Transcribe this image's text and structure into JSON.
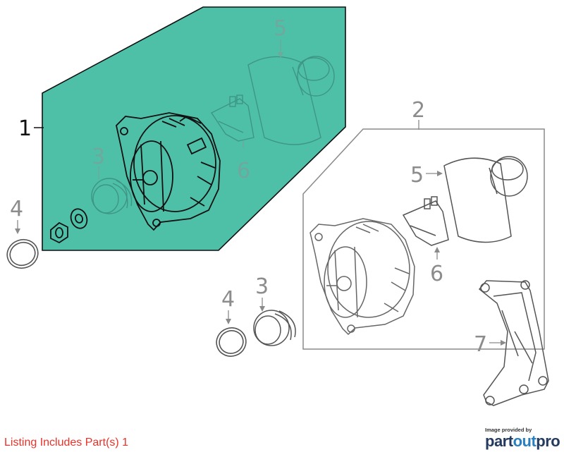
{
  "callouts": {
    "c1": "1",
    "c2": "2",
    "c3a": "3",
    "c3b": "3",
    "c4a": "4",
    "c4b": "4",
    "c5a": "5",
    "c5b": "5",
    "c6a": "6",
    "c6b": "6",
    "c7": "7"
  },
  "footer": {
    "listing": "Listing Includes Part(s) 1",
    "provider_caption": "Image provided by",
    "logo_part1": "part",
    "logo_part2": "out",
    "logo_part3": "pro"
  },
  "colors": {
    "highlight_fill": "#4fc0a8",
    "linework": "#8a8a8a",
    "listing_text": "#e8332a",
    "logo_dark": "#243a5e",
    "logo_blue": "#2a7fc1"
  }
}
